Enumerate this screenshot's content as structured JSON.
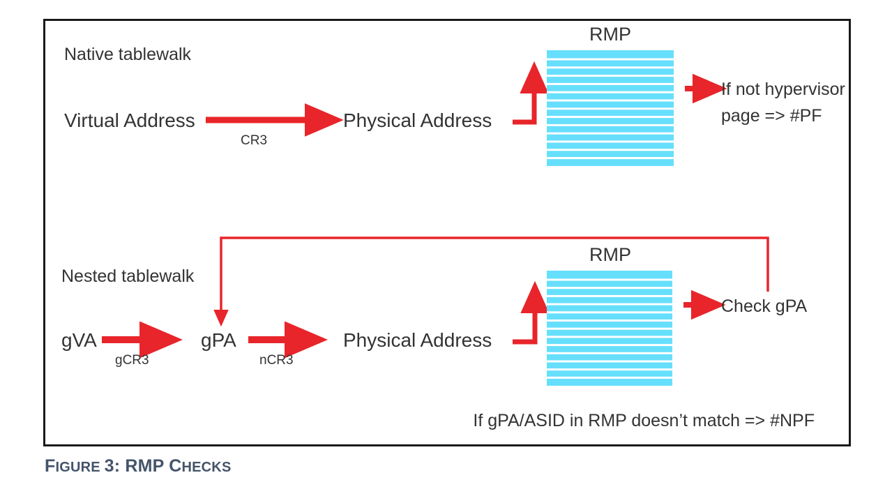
{
  "figure": {
    "caption_prefix": "F",
    "caption_rest": "IGURE ",
    "caption_number": "3",
    "caption_colon": ": RMP C",
    "caption_tail": "HECKS",
    "caption_full": "FIGURE 3: RMP Checks"
  },
  "colors": {
    "arrow_red": "#E8252A",
    "loop_red": "#E8252A",
    "rmp_fill": "#66DFFC",
    "rmp_stripe": "#FFFFFF",
    "text_dark": "#333333",
    "frame_border": "#1A1A1A",
    "caption_blue": "#44546A"
  },
  "native": {
    "section_label": "Native tablewalk",
    "source_label": "Virtual Address",
    "edge_label": "CR3",
    "target_label": "Physical Address",
    "rmp_title": "RMP",
    "note_line1": "If not hypervisor",
    "note_line2": "page => #PF",
    "rmp_stripe_count": 13
  },
  "nested": {
    "section_label": "Nested tablewalk",
    "source_label": "gVA",
    "edge_label_1": "gCR3",
    "mid_label": "gPA",
    "edge_label_2": "nCR3",
    "target_label": "Physical Address",
    "rmp_title": "RMP",
    "note_label": "Check gPA",
    "footer_note": "If gPA/ASID in RMP doesn’t match => #NPF",
    "rmp_stripe_count": 13
  }
}
